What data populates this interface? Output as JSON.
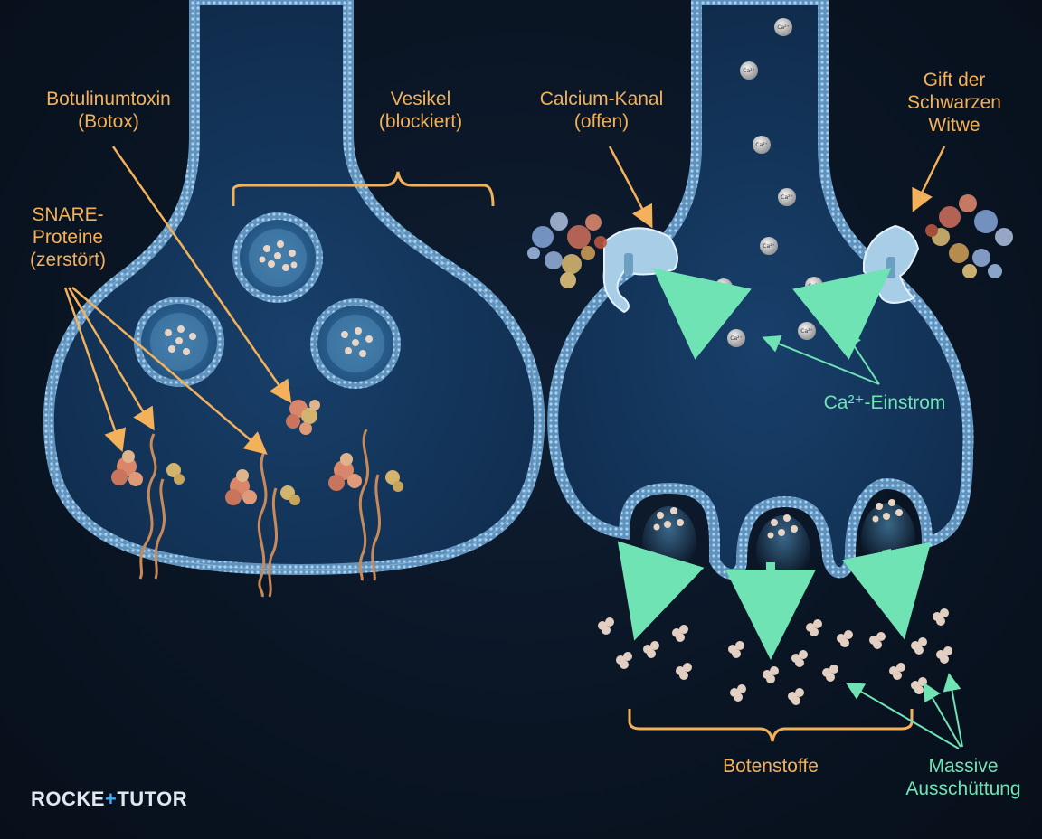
{
  "labels": {
    "botox": [
      "Botulinumtoxin",
      "(Botox)"
    ],
    "vesikel": [
      "Vesikel",
      "(blockiert)"
    ],
    "snare": [
      "SNARE-",
      "Proteine",
      "(zerstört)"
    ],
    "calcium_channel": [
      "Calcium-Kanal",
      "(offen)"
    ],
    "spider_venom": [
      "Gift der",
      "Schwarzen",
      "Witwe"
    ],
    "ca_influx": "Ca²⁺-Einstrom",
    "neurotransmitters": "Botenstoffe",
    "massive_release": [
      "Massive",
      "Ausschüttung"
    ],
    "ion_symbol": "Ca²⁺"
  },
  "logo": {
    "part1": "ROCKE",
    "plus": "+",
    "part2": "TUTOR"
  },
  "colors": {
    "background": "#0a1524",
    "membrane": "#7fb2d9",
    "cytoplasm": "#133055",
    "annotation_orange": "#f2b15a",
    "annotation_green": "#6fe3b4",
    "vesicle_dot": "#e8d5c6",
    "protein_orange": "#d9866a",
    "protein_tan": "#d2b46e",
    "channel": "#a8cde6"
  }
}
